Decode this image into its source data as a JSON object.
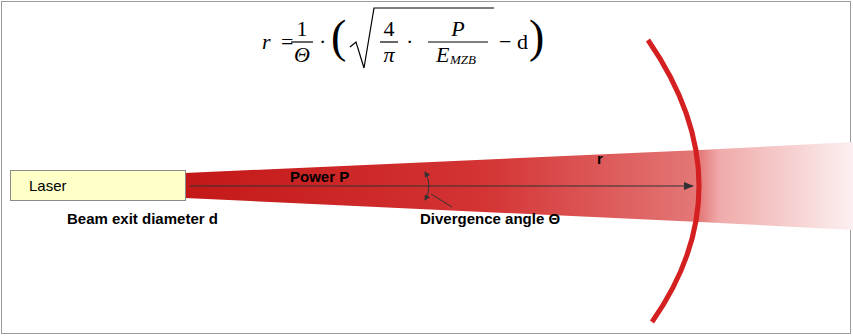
{
  "diagram": {
    "nodes": [
      {
        "text": [
          "Laser"
        ]
      }
    ],
    "labels": [
      "r",
      "=",
      "1",
      "Θ",
      "·",
      "(",
      "4",
      "π",
      "·",
      "P",
      "E",
      "MZB",
      "− d",
      ")",
      "Power P",
      "r",
      "Beam exit diameter d",
      "Divergence angle Θ"
    ]
  }
}
